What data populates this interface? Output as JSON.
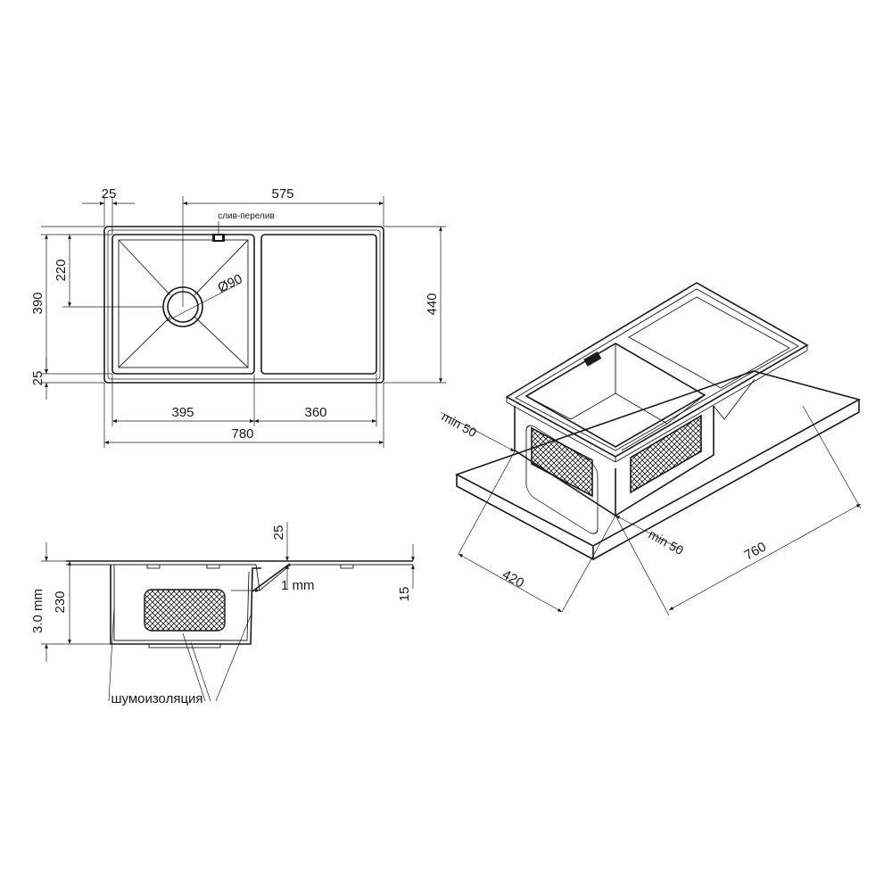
{
  "top_view": {
    "dimensions": {
      "top_offset": "25",
      "drain_to_right": "575",
      "drain_depth": "220",
      "bowl_length": "390",
      "sink_length": "440",
      "bottom_offset": "25",
      "bowl_width": "395",
      "drainboard_width": "360",
      "total_width": "780"
    },
    "drain_diameter": "Ø90",
    "overflow_label": "слив-перелив"
  },
  "side_view": {
    "dimensions": {
      "flange_offset": "25",
      "depth": "230",
      "steel_thickness": "3.0 mm",
      "flange_step": "1 mm",
      "flange_height": "15"
    },
    "insulation_label": "шумоизоляция"
  },
  "iso_view": {
    "dimensions": {
      "min_left": "min 50",
      "min_right": "min 50",
      "cutout_depth": "420",
      "cutout_width": "760"
    }
  }
}
